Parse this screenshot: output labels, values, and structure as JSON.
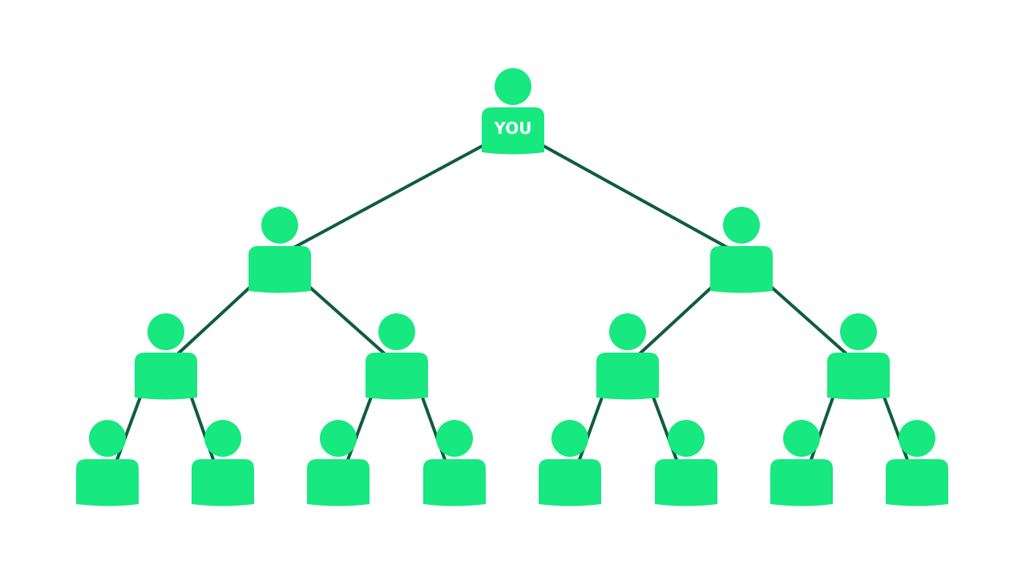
{
  "diagram": {
    "colors": {
      "background": "#ffffff",
      "person": "#17e87f",
      "connector": "#0f5c41",
      "label": "#ffffff"
    },
    "root_label": "YOU",
    "nodes": [
      {
        "id": "root",
        "label": "YOU"
      },
      {
        "id": "l1-left"
      },
      {
        "id": "l1-right"
      },
      {
        "id": "l2-1"
      },
      {
        "id": "l2-2"
      },
      {
        "id": "l2-3"
      },
      {
        "id": "l2-4"
      },
      {
        "id": "l3-1"
      },
      {
        "id": "l3-2"
      },
      {
        "id": "l3-3"
      },
      {
        "id": "l3-4"
      },
      {
        "id": "l3-5"
      },
      {
        "id": "l3-6"
      },
      {
        "id": "l3-7"
      },
      {
        "id": "l3-8"
      }
    ],
    "edges": [
      [
        "root",
        "l1-left"
      ],
      [
        "root",
        "l1-right"
      ],
      [
        "l1-left",
        "l2-1"
      ],
      [
        "l1-left",
        "l2-2"
      ],
      [
        "l1-right",
        "l2-3"
      ],
      [
        "l1-right",
        "l2-4"
      ],
      [
        "l2-1",
        "l3-1"
      ],
      [
        "l2-1",
        "l3-2"
      ],
      [
        "l2-2",
        "l3-3"
      ],
      [
        "l2-2",
        "l3-4"
      ],
      [
        "l2-3",
        "l3-5"
      ],
      [
        "l2-3",
        "l3-6"
      ],
      [
        "l2-4",
        "l3-7"
      ],
      [
        "l2-4",
        "l3-8"
      ]
    ]
  }
}
